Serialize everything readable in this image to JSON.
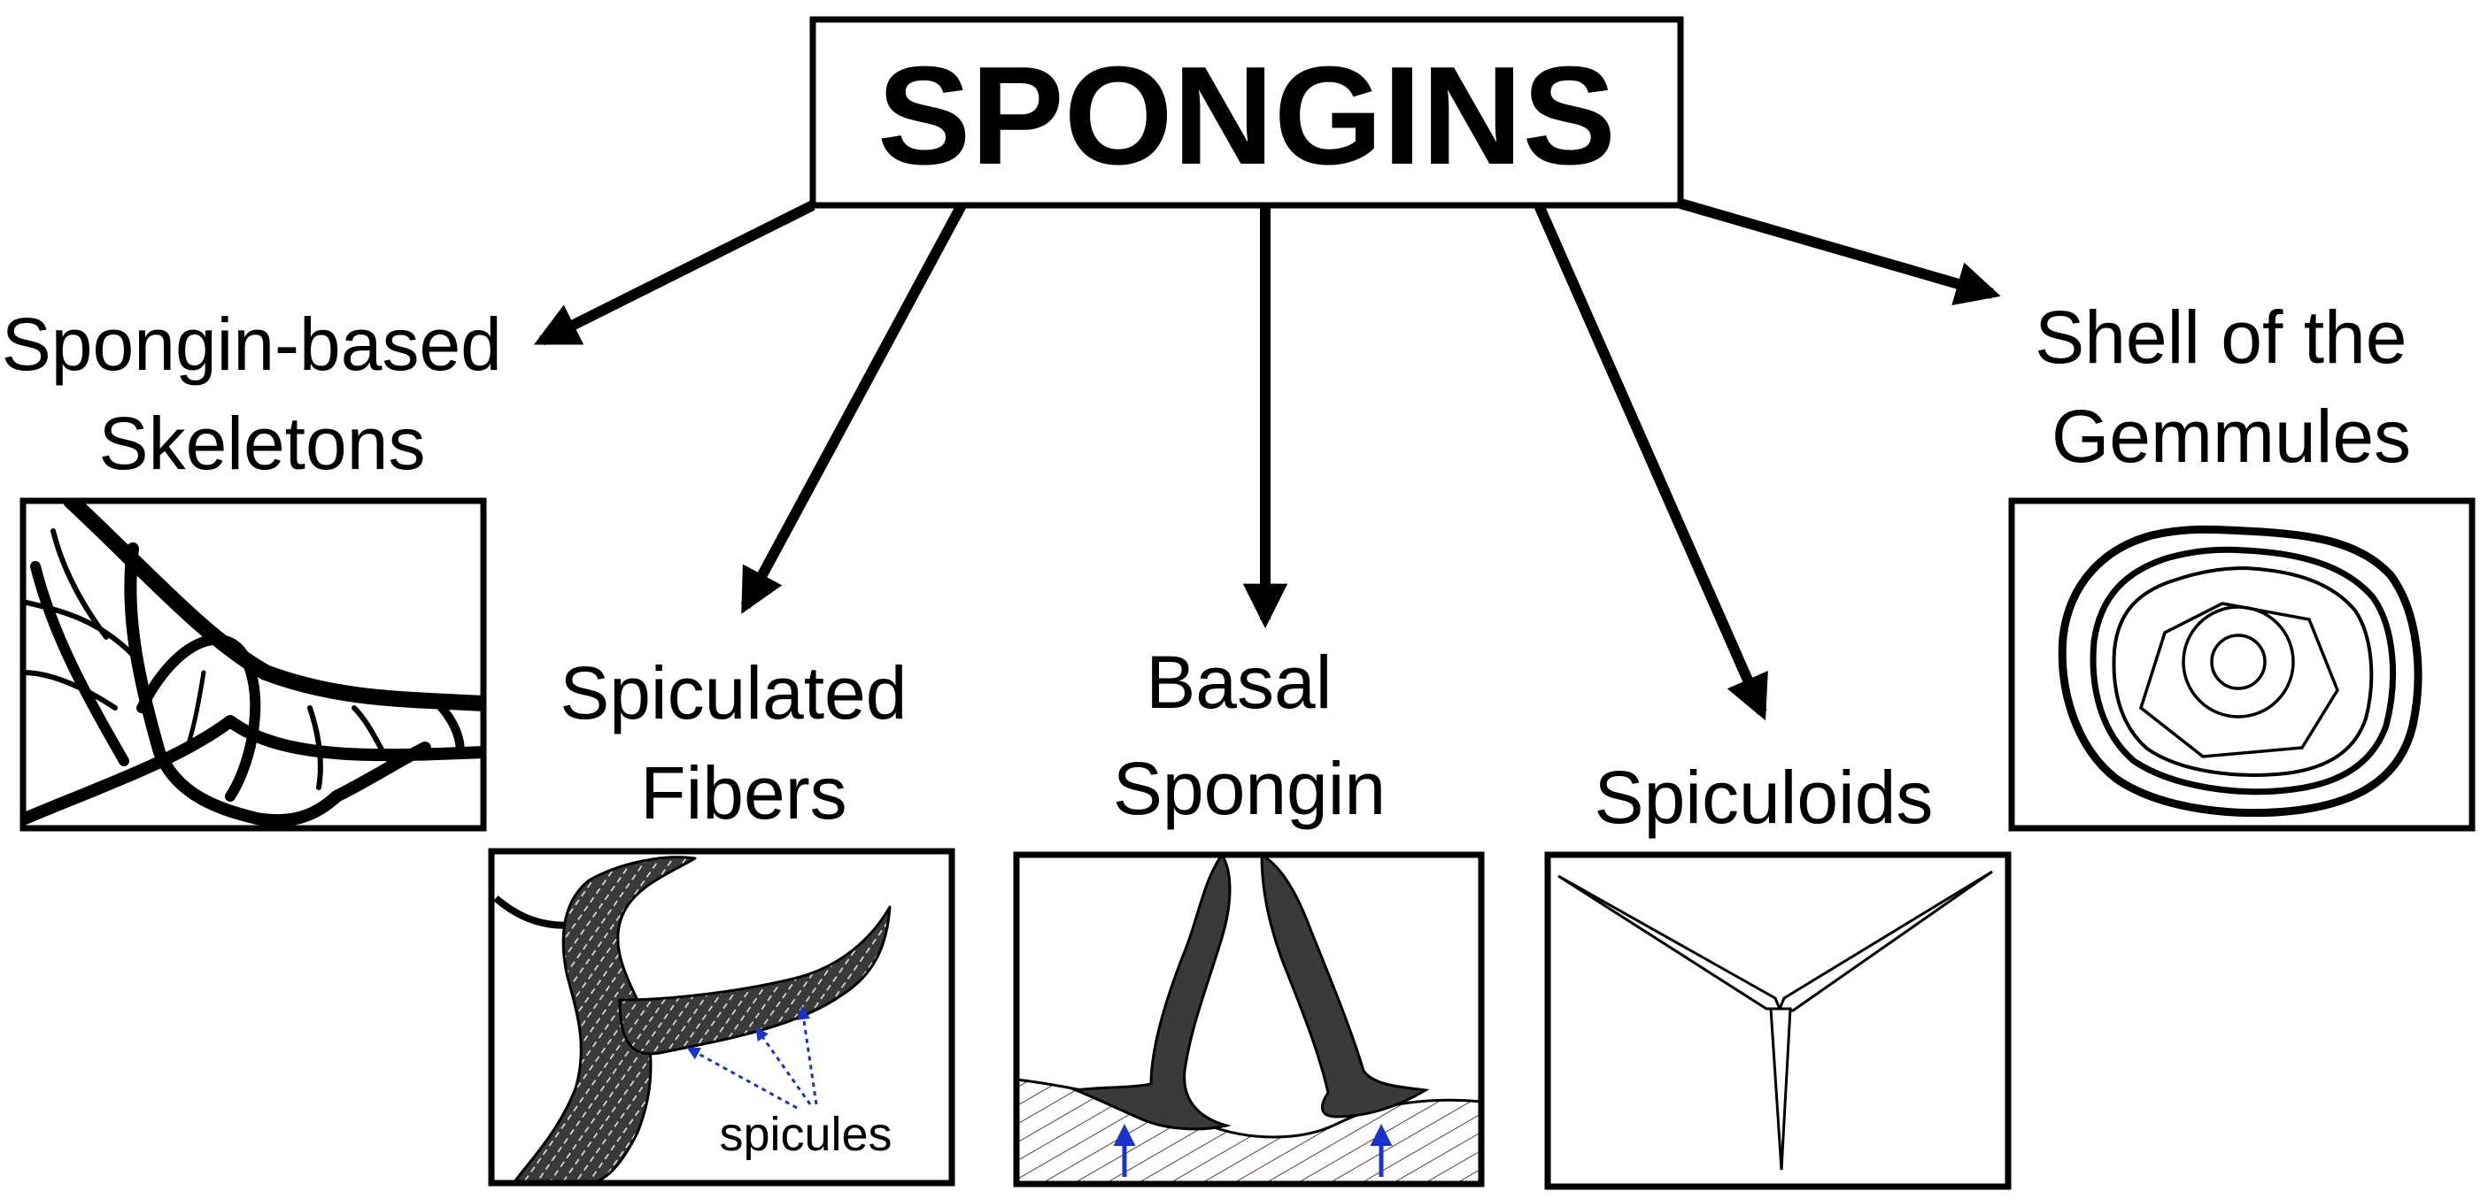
{
  "title": "SPONGINS",
  "categories": [
    {
      "id": "skeletons",
      "label_lines": [
        "Spongin-based",
        "Skeletons"
      ]
    },
    {
      "id": "fibers",
      "label_lines": [
        "Spiculated",
        "Fibers"
      ],
      "annotation": "spicules"
    },
    {
      "id": "basal",
      "label_lines": [
        "Basal",
        "Spongin"
      ]
    },
    {
      "id": "spiculoids",
      "label_lines": [
        "Spiculoids"
      ]
    },
    {
      "id": "gemmules",
      "label_lines": [
        "Shell of the",
        "Gemmules"
      ]
    }
  ],
  "colors": {
    "ink": "#000000",
    "fiber_fill": "#3a3a3a",
    "fiber_hatch": "#e6e6e6",
    "spicule_arrow": "#1a33cc",
    "substrate_hatch": "#6a3a3a",
    "background": "#ffffff"
  }
}
